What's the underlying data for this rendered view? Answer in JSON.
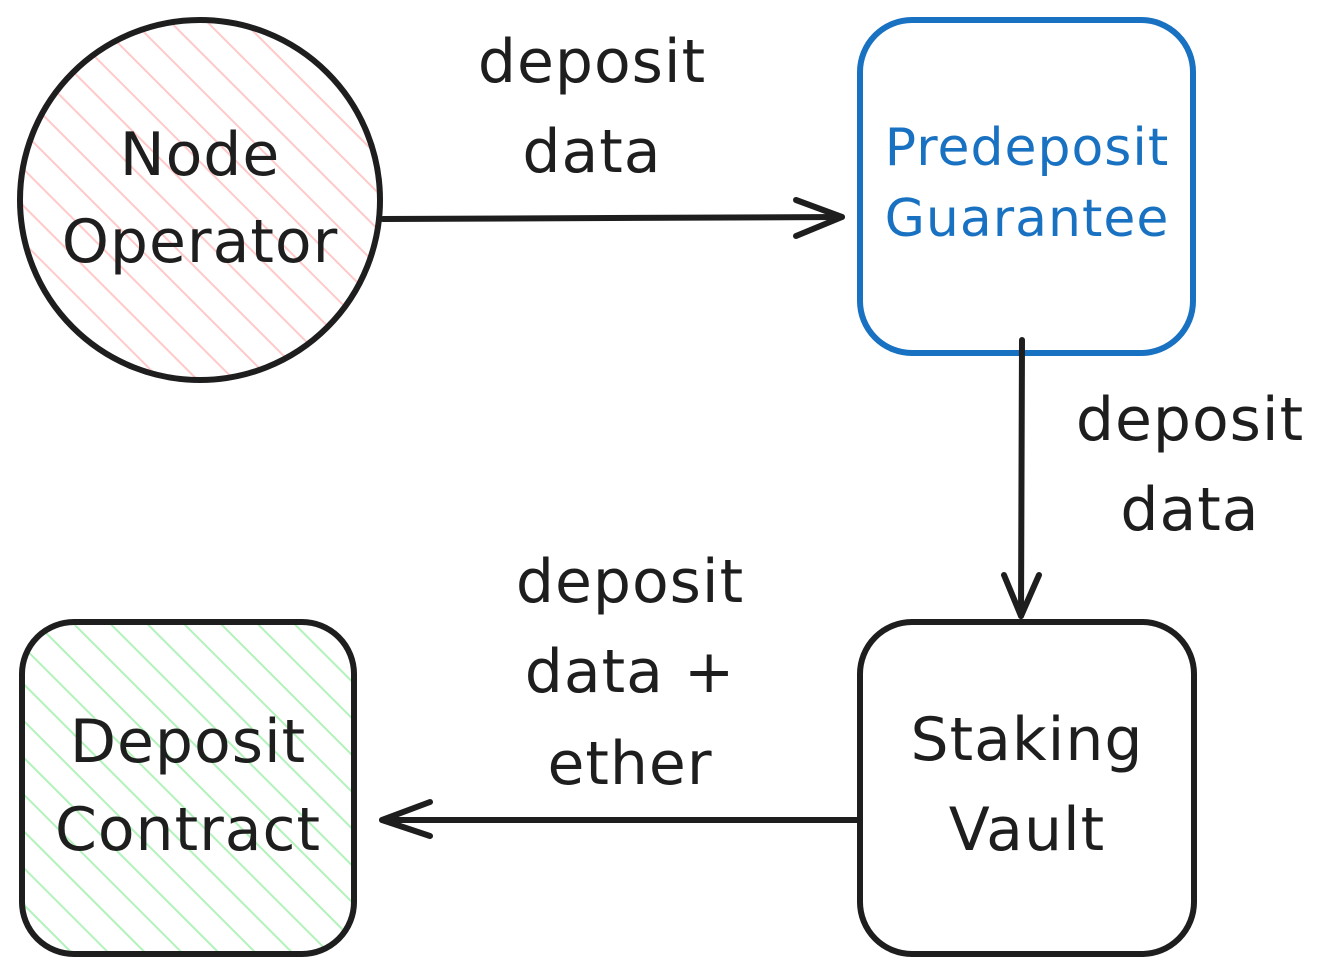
{
  "nodes": {
    "node_operator": {
      "lines": [
        "Node",
        "Operator"
      ]
    },
    "predeposit_guarantee": {
      "lines": [
        "Predeposit",
        "Guarantee"
      ]
    },
    "staking_vault": {
      "lines": [
        "Staking",
        "Vault"
      ]
    },
    "deposit_contract": {
      "lines": [
        "Deposit",
        "Contract"
      ]
    }
  },
  "edges": {
    "operator_to_guarantee": {
      "lines": [
        "deposit",
        "data"
      ]
    },
    "guarantee_to_vault": {
      "lines": [
        "deposit",
        "data"
      ]
    },
    "vault_to_contract": {
      "lines": [
        "deposit",
        "data +",
        "ether"
      ]
    }
  },
  "colors": {
    "ink": "#1e1e1e",
    "blue": "#1971c2",
    "red_hatch": "#ffc9c9",
    "green_hatch": "#b2f2bb"
  }
}
